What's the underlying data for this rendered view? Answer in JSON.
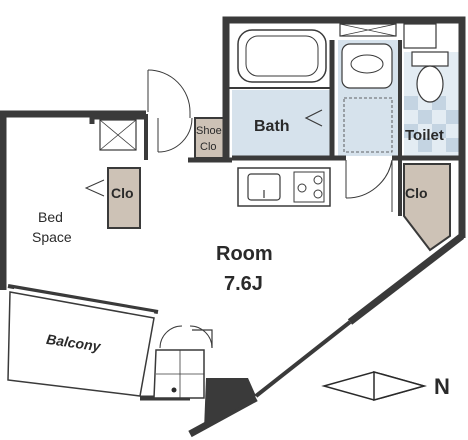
{
  "rooms": {
    "bath": "Bath",
    "toilet": "Toilet",
    "shoe_closet_line1": "Shoe",
    "shoe_closet_line2": "Clo",
    "closet_left": "Clo",
    "closet_right": "Clo",
    "bed_space_line1": "Bed",
    "bed_space_line2": "Space",
    "room_name": "Room",
    "room_size": "7.6J",
    "balcony": "Balcony"
  },
  "compass": {
    "label": "N"
  },
  "colors": {
    "wall": "#3a3a3a",
    "bath_fill": "#d6e2ec",
    "closet_fill": "#cdc2b6",
    "tile_light": "#e3ecf3",
    "tile_dark": "#c4d4e2"
  }
}
